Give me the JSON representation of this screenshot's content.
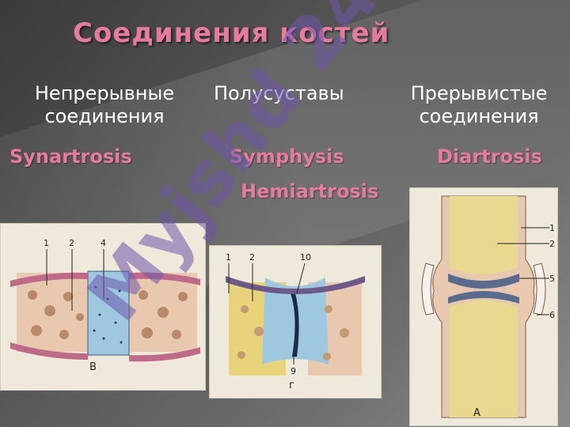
{
  "slide": {
    "title": "Соединения костей",
    "columns": [
      {
        "line1": "Непрерывные",
        "line2": "соединения"
      },
      {
        "line1": "Полусуставы",
        "line2": ""
      },
      {
        "line1": "Прерывистые",
        "line2": "соединения"
      }
    ],
    "latin": [
      "Synartrosis",
      "Symphysis",
      "Diartrosis",
      "Hemiartrosis"
    ],
    "watermark": "Myjshd 24"
  },
  "colors": {
    "title": "#e77b9e",
    "latin": "#e77b9e",
    "text": "#ffffff",
    "watermark": "#6e55aa"
  },
  "figures": {
    "synarthrosis": {
      "labels": [
        "1",
        "2",
        "4"
      ],
      "caption": "В"
    },
    "symphysis": {
      "labels": [
        "1",
        "2",
        "10",
        "9"
      ],
      "caption": "г"
    },
    "diarthrosis": {
      "labels": [
        "1",
        "2",
        "5",
        "6"
      ],
      "caption": "А"
    }
  }
}
